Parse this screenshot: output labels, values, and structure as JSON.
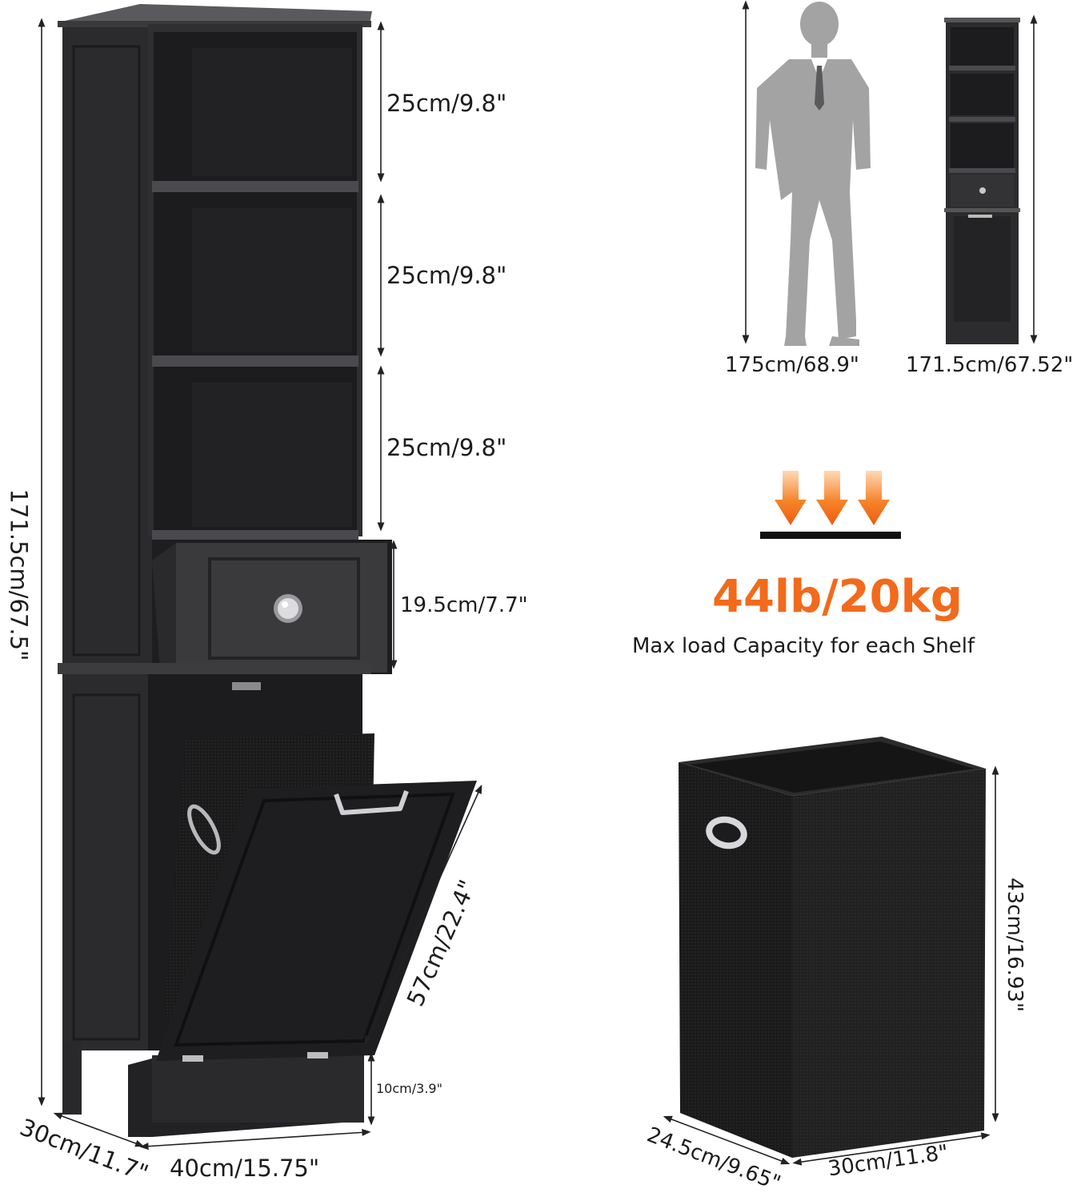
{
  "dimensions": {
    "shelf_top": "25cm/9.8\"",
    "shelf_middle": "25cm/9.8\"",
    "shelf_bottom": "25cm/9.8\"",
    "drawer_height": "19.5cm/7.7\"",
    "total_height": "171.5cm/67.5\"",
    "hamper_door": "57cm/22.4\"",
    "base_height": "10cm/3.9\"",
    "depth": "30cm/11.7\"",
    "width": "40cm/15.75\""
  },
  "comparison": {
    "person_height": "175cm/68.9\"",
    "cabinet_height": "171.5cm/67.52\""
  },
  "load": {
    "value": "44lb/20kg",
    "caption": "Max load Capacity for each Shelf"
  },
  "basket": {
    "height": "43cm/16.93\"",
    "depth": "24.5cm/9.65\"",
    "width": "30cm/11.8\""
  },
  "colors": {
    "cabinet": "#2a2a2c",
    "accent": "#f26a1b",
    "person": "#a3a3a3"
  },
  "icons": [
    "down-arrow-icon",
    "knob-icon",
    "handle-icon"
  ]
}
